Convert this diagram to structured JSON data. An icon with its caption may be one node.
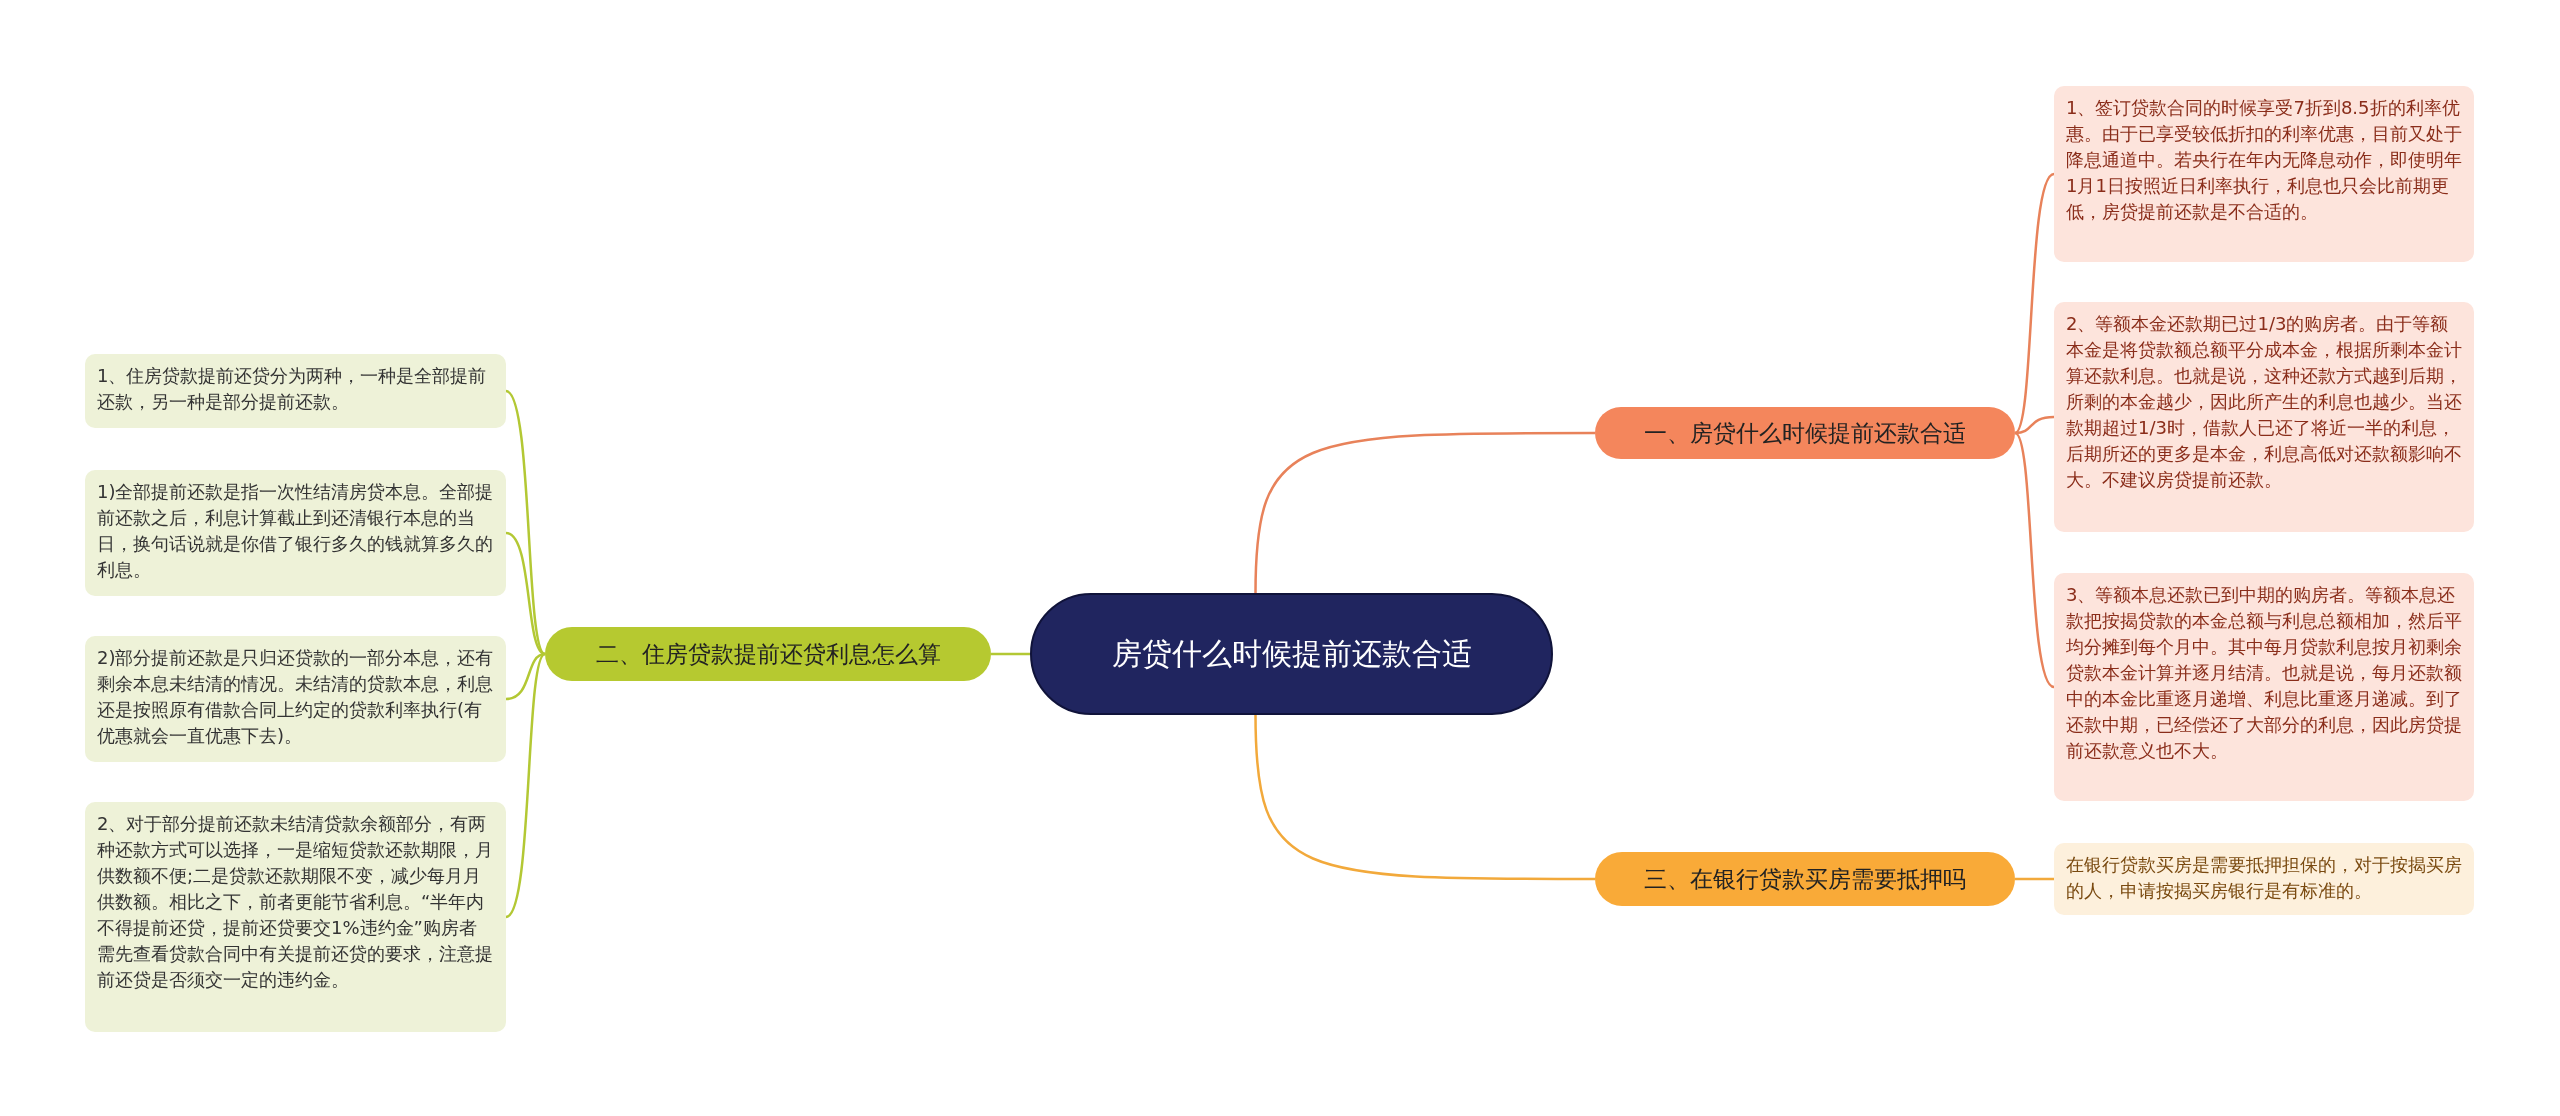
{
  "diagram": {
    "nodes": [
      {
        "text": [
          "房贷什么时候提前还款合适"
        ]
      },
      {
        "text": [
          "一、房贷什么时候提前还款合适"
        ]
      },
      {
        "text": [
          "1、签订贷款合同的时候享受7折到8.5折的利率优惠。由于已享受较低折扣的利率优惠，目前又处于降息通道中。若央行在年内无降息动作，即使明年1月1日按照近日利率执行，利息也只会比前期更低，房贷提前还款是不合适的。"
        ]
      },
      {
        "text": [
          "2、等额本金还款期已过1/3的购房者。由于等额本金是将贷款额总额平分成本金，根据所剩本金计算还款利息。也就是说，这种还款方式越到后期，所剩的本金越少，因此所产生的利息也越少。当还款期超过1/3时，借款人已还了将近一半的利息，后期所还的更多是本金，利息高低对还款额影响不大。不建议房贷提前还款。"
        ]
      },
      {
        "text": [
          "3、等额本息还款已到中期的购房者。等额本息还款把按揭贷款的本金总额与利息总额相加，然后平均分摊到每个月中。其中每月贷款利息按月初剩余贷款本金计算并逐月结清。也就是说，每月还款额中的本金比重逐月递增、利息比重逐月递减。到了还款中期，已经偿还了大部分的利息，因此房贷提前还款意义也不大。"
        ]
      },
      {
        "text": [
          "三、在银行贷款买房需要抵押吗"
        ]
      },
      {
        "text": [
          "在银行贷款买房是需要抵押担保的，对于按揭买房的人，申请按揭买房银行是有标准的。"
        ]
      },
      {
        "text": [
          "二、住房贷款提前还贷利息怎么算"
        ]
      },
      {
        "text": [
          "1、住房贷款提前还贷分为两种，一种是全部提前还款，另一种是部分提前还款。"
        ]
      },
      {
        "text": [
          "1)全部提前还款是指一次性结清房贷本息。全部提前还款之后，利息计算截止到还清银行本息的当日，换句话说就是你借了银行多久的钱就算多久的利息。"
        ]
      },
      {
        "text": [
          "2)部分提前还款是只归还贷款的一部分本息，还有剩余本息未结清的情况。未结清的贷款本息，利息还是按照原有借款合同上约定的贷款利率执行(有优惠就会一直优惠下去)。"
        ]
      },
      {
        "text": [
          "2、对于部分提前还款未结清贷款余额部分，有两种还款方式可以选择，一是缩短贷款还款期限，月供数额不便;二是贷款还款期限不变，减少每月月供数额。相比之下，前者更能节省利息。“半年内不得提前还贷，提前还贷要交1%违约金”购房者需先查看贷款合同中有关提前还贷的要求，注意提前还贷是否须交一定的违约金。"
        ]
      }
    ],
    "edges": [
      {
        "from": 0,
        "to": 1,
        "arrow": "none",
        "color": "#e8825a"
      },
      {
        "from": 1,
        "to": 2,
        "arrow": "none",
        "color": "#e8825a"
      },
      {
        "from": 1,
        "to": 3,
        "arrow": "none",
        "color": "#e8825a"
      },
      {
        "from": 1,
        "to": 4,
        "arrow": "none",
        "color": "#e8825a"
      },
      {
        "from": 0,
        "to": 5,
        "arrow": "none",
        "color": "#f2a93b"
      },
      {
        "from": 5,
        "to": 6,
        "arrow": "none",
        "color": "#f2a93b"
      },
      {
        "from": 0,
        "to": 7,
        "arrow": "none",
        "color": "#b3c834"
      },
      {
        "from": 7,
        "to": 8,
        "arrow": "none",
        "color": "#b3c834"
      },
      {
        "from": 7,
        "to": 9,
        "arrow": "none",
        "color": "#b3c834"
      },
      {
        "from": 7,
        "to": 10,
        "arrow": "none",
        "color": "#b3c834"
      },
      {
        "from": 7,
        "to": 11,
        "arrow": "none",
        "color": "#b3c834"
      }
    ]
  }
}
